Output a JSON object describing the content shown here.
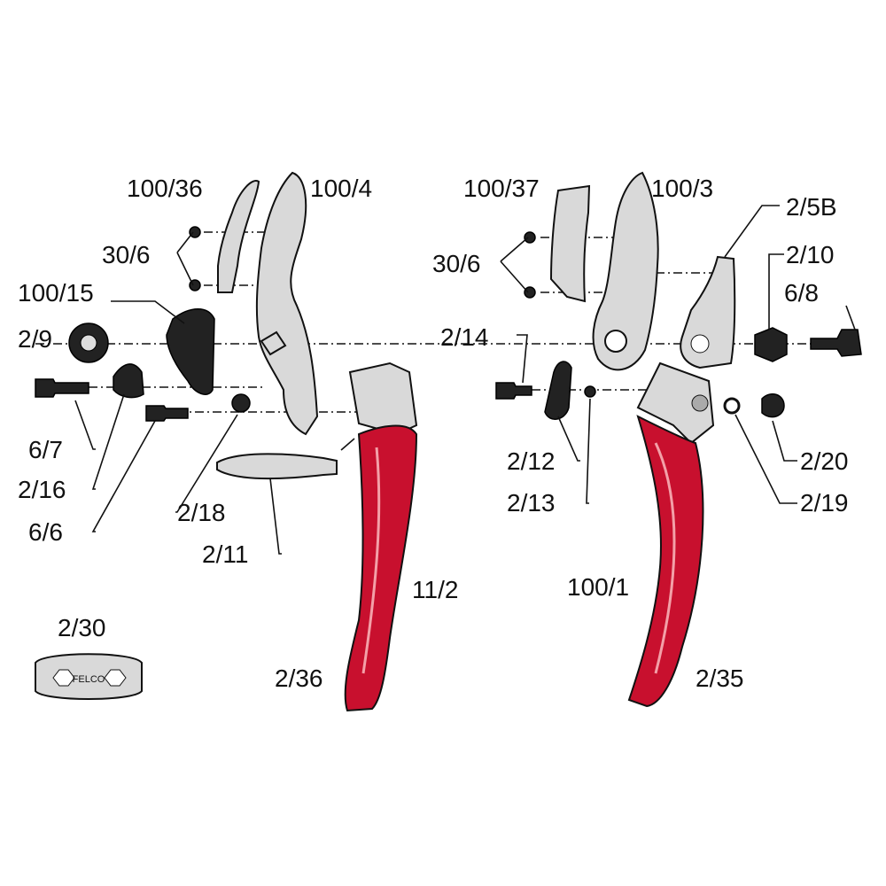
{
  "labels": {
    "l100_36": "100/36",
    "l100_4": "100/4",
    "l30_6_left": "30/6",
    "l100_15": "100/15",
    "l2_9": "2/9",
    "l6_7": "6/7",
    "l2_16": "2/16",
    "l6_6": "6/6",
    "l2_18": "2/18",
    "l2_11": "2/11",
    "l11_2": "11/2",
    "l2_36": "2/36",
    "l2_30": "2/30",
    "l100_37": "100/37",
    "l100_3": "100/3",
    "l2_5B": "2/5B",
    "l2_10": "2/10",
    "l6_8": "6/8",
    "l30_6_right": "30/6",
    "l2_14": "2/14",
    "l2_12": "2/12",
    "l2_13": "2/13",
    "l2_20": "2/20",
    "l2_19": "2/19",
    "l100_1": "100/1",
    "l2_35": "2/35"
  },
  "logo_text": "FELCO",
  "colors": {
    "handle": "#c8102e",
    "metal": "#d9d9d9",
    "dark": "#222222"
  }
}
